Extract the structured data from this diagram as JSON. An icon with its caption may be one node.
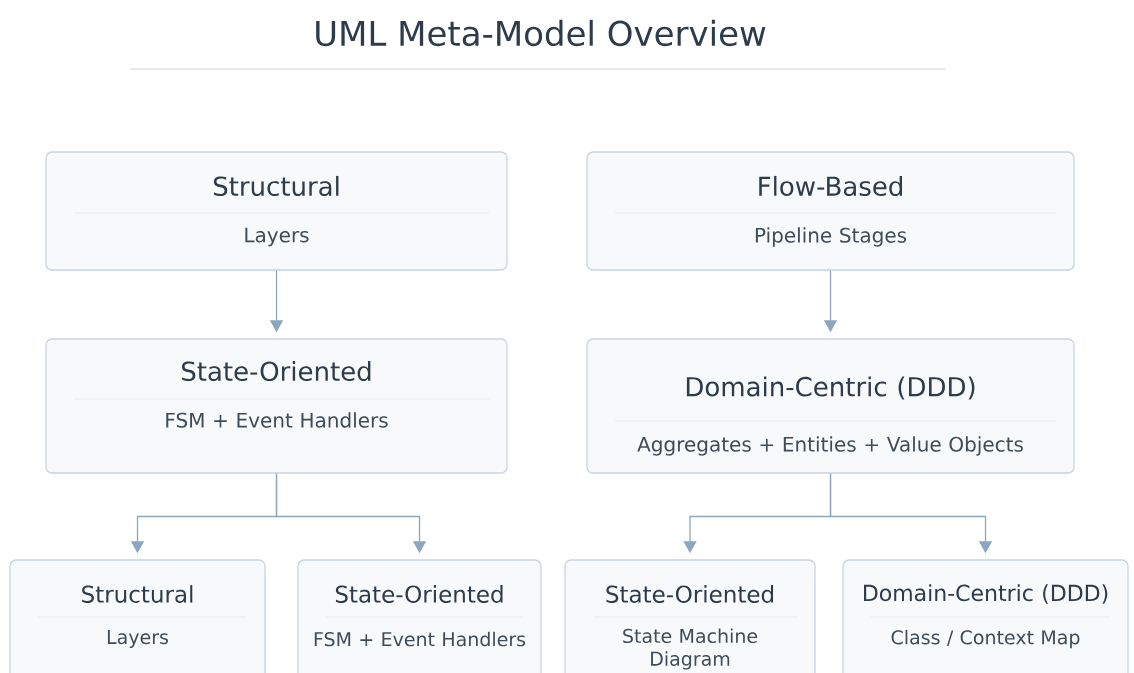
{
  "diagram": {
    "title": "UML Meta-Model Overview",
    "nodes": [
      {
        "text": [
          "Structural",
          "Layers"
        ]
      },
      {
        "text": [
          "Flow-Based",
          "Pipeline Stages"
        ]
      },
      {
        "text": [
          "State-Oriented",
          "FSM + Event Handlers"
        ]
      },
      {
        "text": [
          "Domain-Centric (DDD)",
          "Aggregates + Entities + Value Objects"
        ]
      },
      {
        "text": [
          "Structural",
          "Layers"
        ]
      },
      {
        "text": [
          "State-Oriented",
          "FSM + Event Handlers"
        ]
      },
      {
        "text": [
          "State-Oriented",
          "State Machine Diagram"
        ]
      },
      {
        "text": [
          "Domain-Centric (DDD)",
          "Class / Context Map"
        ]
      }
    ],
    "edges": [
      {
        "from": 0,
        "to": 2,
        "arrow": "to"
      },
      {
        "from": 1,
        "to": 3,
        "arrow": "to"
      },
      {
        "from": 2,
        "to": 4,
        "arrow": "to"
      },
      {
        "from": 2,
        "to": 5,
        "arrow": "to"
      },
      {
        "from": 3,
        "to": 6,
        "arrow": "to"
      },
      {
        "from": 3,
        "to": 7,
        "arrow": "to"
      }
    ]
  }
}
